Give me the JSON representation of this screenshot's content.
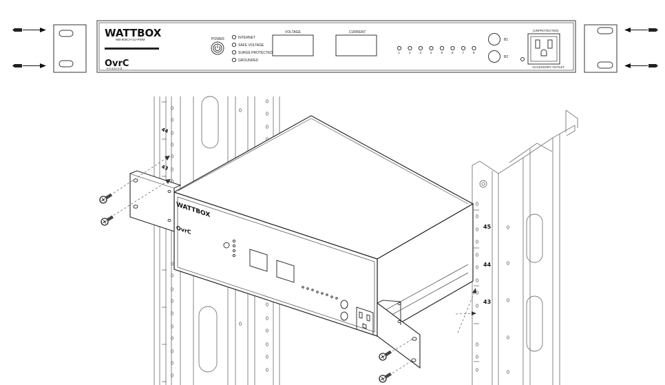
{
  "front_panel": {
    "brand": "WATTBOX",
    "brand_sub": "WB-800CH-1U-PWM",
    "logo": "OvrC",
    "logo_sub": "enabled",
    "power_label": "POWER",
    "indicators": [
      "INTERNET",
      "SAFE VOLTAGE",
      "SURGE PROTECTED",
      "GROUNDED"
    ],
    "voltage_label": "VOLTAGE",
    "current_label": "CURRENT",
    "outlet_numbers": [
      "1",
      "2",
      "3",
      "4",
      "5",
      "6",
      "7",
      "8"
    ],
    "button_labels": [
      "B1",
      "B2"
    ],
    "unprotected_label": "(UNPROTECTED)",
    "accessory_label": "ACCESSORY OUTLET"
  },
  "rack": {
    "left_numbers": [
      "44",
      "43"
    ],
    "right_numbers": [
      "45",
      "44",
      "43"
    ]
  },
  "icons": [
    "screw-icon",
    "arrow-icon",
    "power-button-icon",
    "outlet-icon"
  ]
}
